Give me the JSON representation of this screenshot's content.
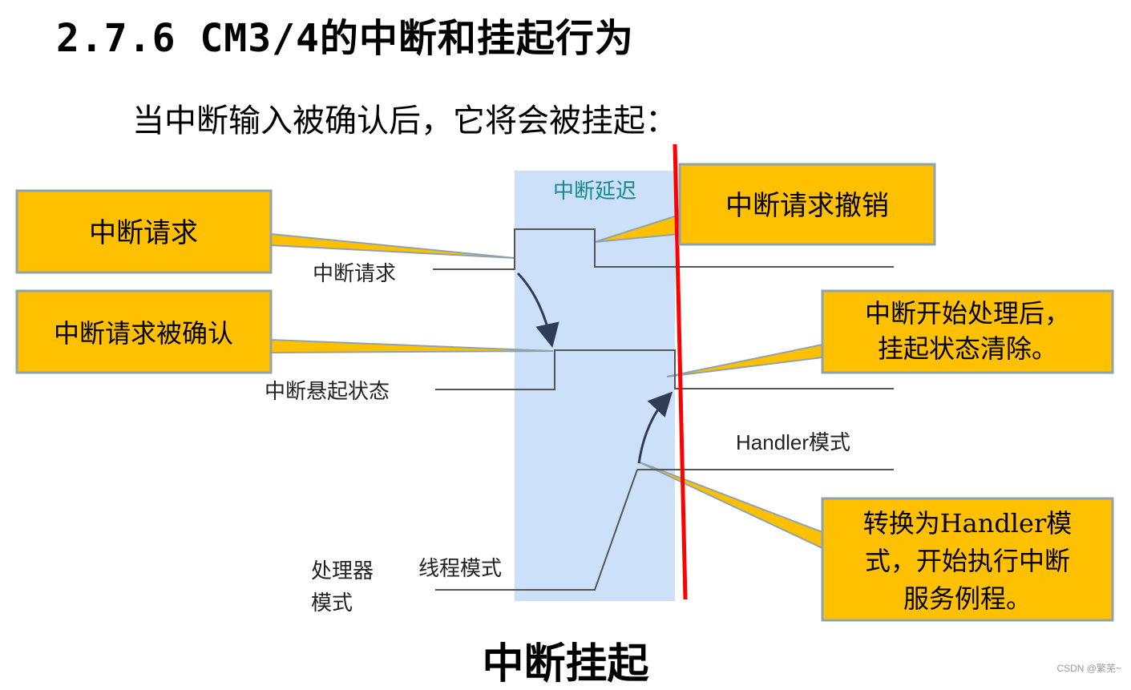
{
  "page": {
    "heading": "2.7.6 CM3/4的中断和挂起行为",
    "subheading": "当中断输入被确认后，它将会被挂起：",
    "footer_title": "中断挂起",
    "watermark": "CSDN @繁芜~"
  },
  "diagram": {
    "shaded_region_label": "中断延迟",
    "signals": {
      "request": "中断请求",
      "pending": "中断悬起状态",
      "handler_mode": "Handler模式",
      "processor_mode_line1": "处理器",
      "processor_mode_line2": "模式",
      "thread_mode": "线程模式"
    },
    "callouts": {
      "request": "中断请求",
      "request_cancel": "中断请求撤销",
      "confirmed": "中断请求被确认",
      "clear_line1": "中断开始处理后，",
      "clear_line2": "挂起状态清除。",
      "handler_line1": "转换为Handler模",
      "handler_line2": "式，开始执行中断",
      "handler_line3": "服务例程。"
    },
    "colors": {
      "callout_fill": "#FFC000",
      "callout_border": "#8FA3AE",
      "shaded_region": "#CCE0FA",
      "cutoff_line": "#FF0000",
      "signal_line": "#555555",
      "arrow": "#2F3C55",
      "region_label": "#138A92"
    }
  }
}
